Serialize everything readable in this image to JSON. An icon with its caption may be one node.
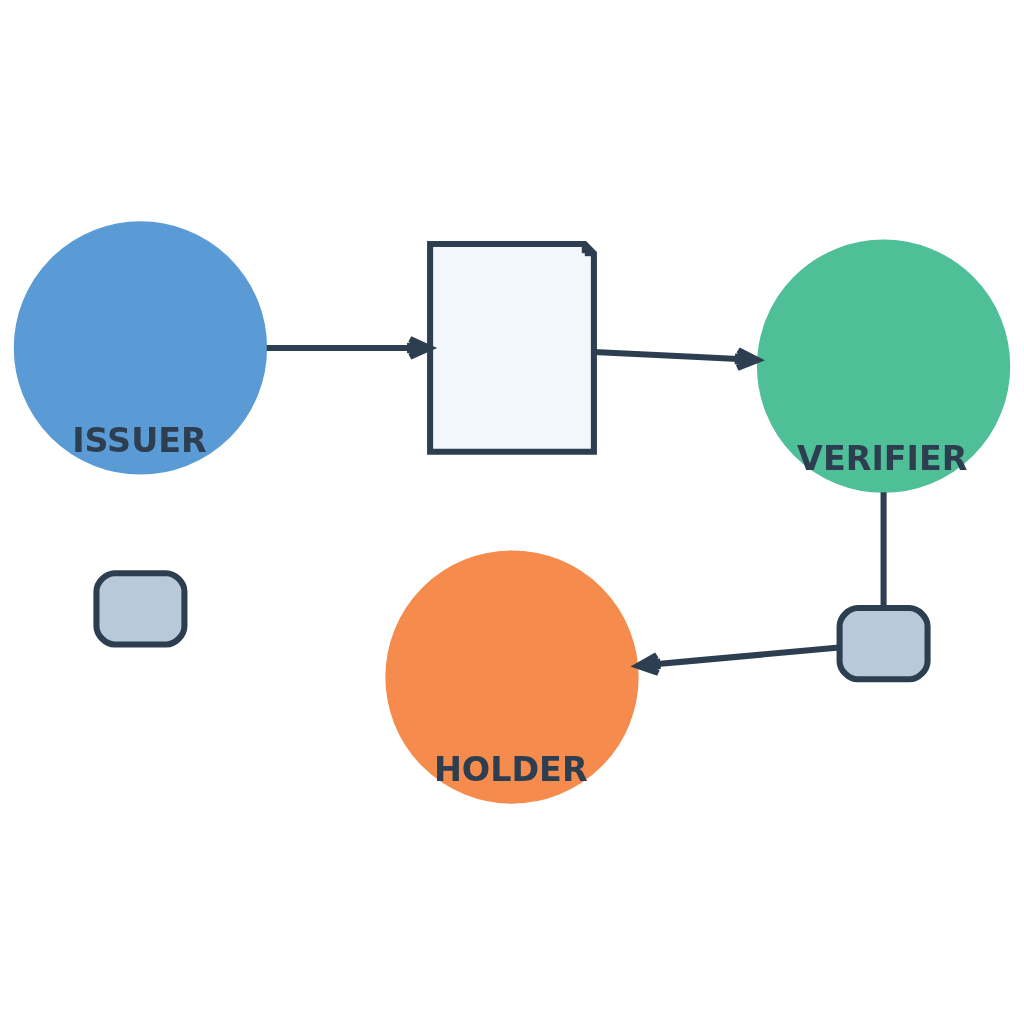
{
  "diagram": {
    "nodes": [
      {
        "text": [
          "ISSUER"
        ]
      },
      {
        "text": [],
        "shape": "document"
      },
      {
        "text": [
          "VERIFIER"
        ]
      },
      {
        "text": [],
        "shape": "lock"
      },
      {
        "text": [
          "HOLDER"
        ]
      },
      {
        "text": [],
        "shape": "lock"
      }
    ],
    "edges": [
      {
        "from": 0,
        "to": 1,
        "arrow": "to"
      },
      {
        "from": 1,
        "to": 2,
        "arrow": "to"
      },
      {
        "from": 2,
        "to": 5,
        "arrow": "none"
      },
      {
        "from": 5,
        "to": 4,
        "arrow": "to"
      }
    ]
  }
}
